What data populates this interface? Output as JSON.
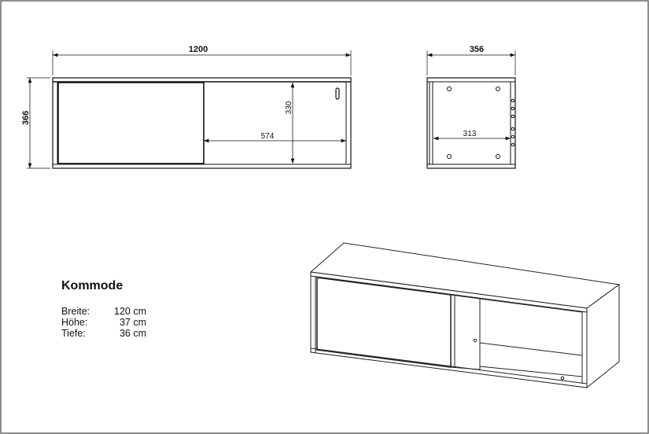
{
  "title": "Kommode",
  "specs": [
    {
      "label": "Breite:",
      "value": "120 cm"
    },
    {
      "label": "Höhe:",
      "value": "37 cm"
    },
    {
      "label": "Tiefe:",
      "value": "36 cm"
    }
  ],
  "dimensions": {
    "front_width": "1200",
    "front_height": "366",
    "inner_height": "330",
    "door_width": "574",
    "side_depth": "356",
    "side_inner": "313"
  }
}
